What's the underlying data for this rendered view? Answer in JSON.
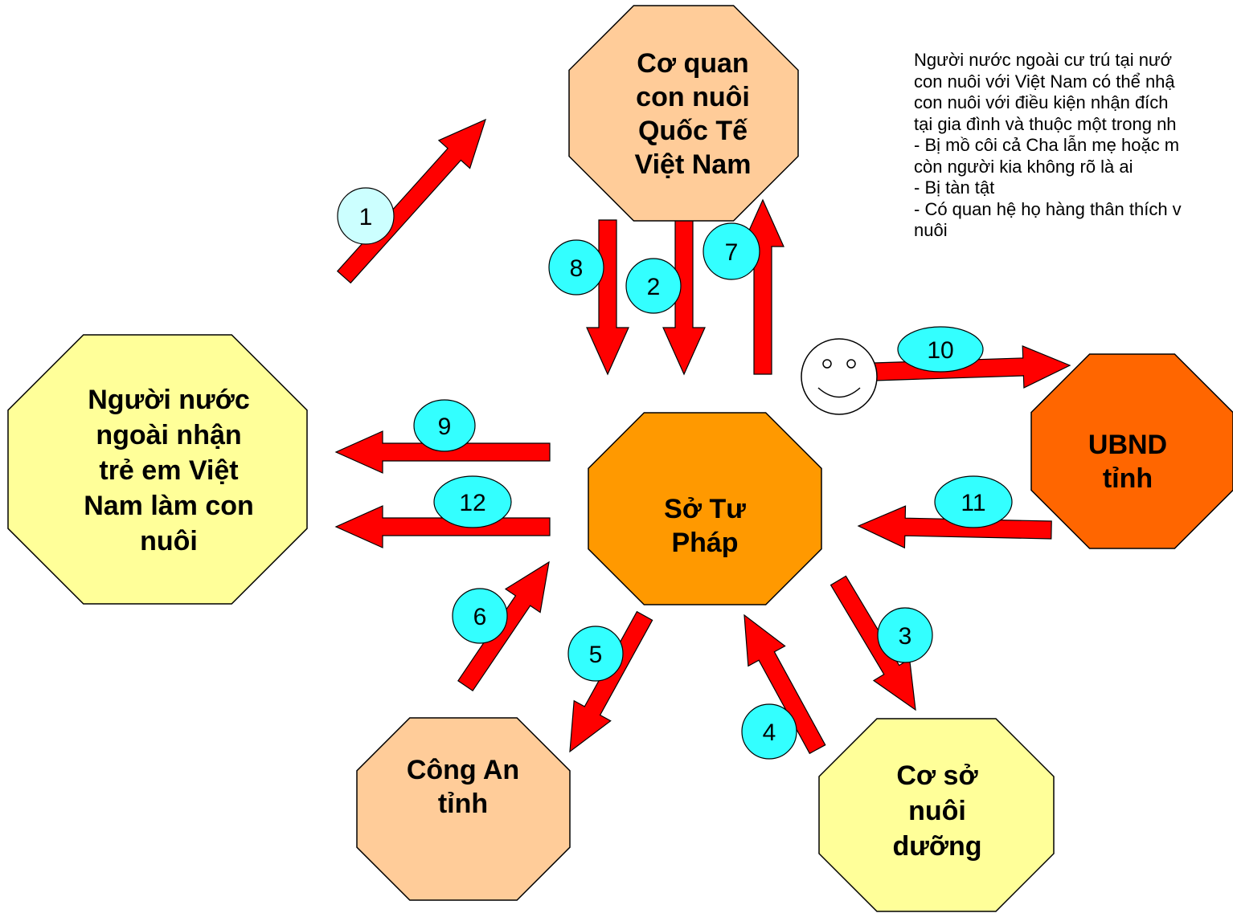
{
  "nodes": {
    "intl": {
      "lines": [
        "Cơ quan",
        "con nuôi",
        "Quốc Tế",
        "Việt Nam"
      ],
      "fill": "#ffcc99"
    },
    "foreigner": {
      "lines": [
        "Người nước",
        "ngoài nhận",
        "trẻ em Việt",
        "Nam làm con",
        "nuôi"
      ],
      "fill": "#ffff99"
    },
    "justice": {
      "lines": [
        "Sở Tư",
        "Pháp"
      ],
      "fill": "#ff9900"
    },
    "ubnd": {
      "lines": [
        "UBND",
        "tỉnh"
      ],
      "fill": "#ff6600"
    },
    "police": {
      "lines": [
        "Công An",
        "tỉnh"
      ],
      "fill": "#ffcc99"
    },
    "facility": {
      "lines": [
        "Cơ sở",
        "nuôi",
        "dưỡng"
      ],
      "fill": "#ffff99"
    }
  },
  "steps": [
    "1",
    "2",
    "3",
    "4",
    "5",
    "6",
    "7",
    "8",
    "9",
    "10",
    "11",
    "12"
  ],
  "colors": {
    "arrow": "#ff0000",
    "badge": "#33ffff",
    "badge_first": "#ccffff"
  },
  "note_lines": [
    "Người nước ngoài cư trú tại nướ",
    "con nuôi với Việt Nam có thể nhậ",
    "con nuôi với điều kiện nhận đích",
    "tại gia đình và thuộc một trong nh",
    "- Bị mồ côi cả Cha lẫn mẹ hoặc m",
    "còn người kia không rõ là ai",
    "- Bị tàn tật",
    "- Có quan hệ họ hàng thân thích v",
    "nuôi"
  ],
  "icons": [
    "smiley-face-icon"
  ]
}
